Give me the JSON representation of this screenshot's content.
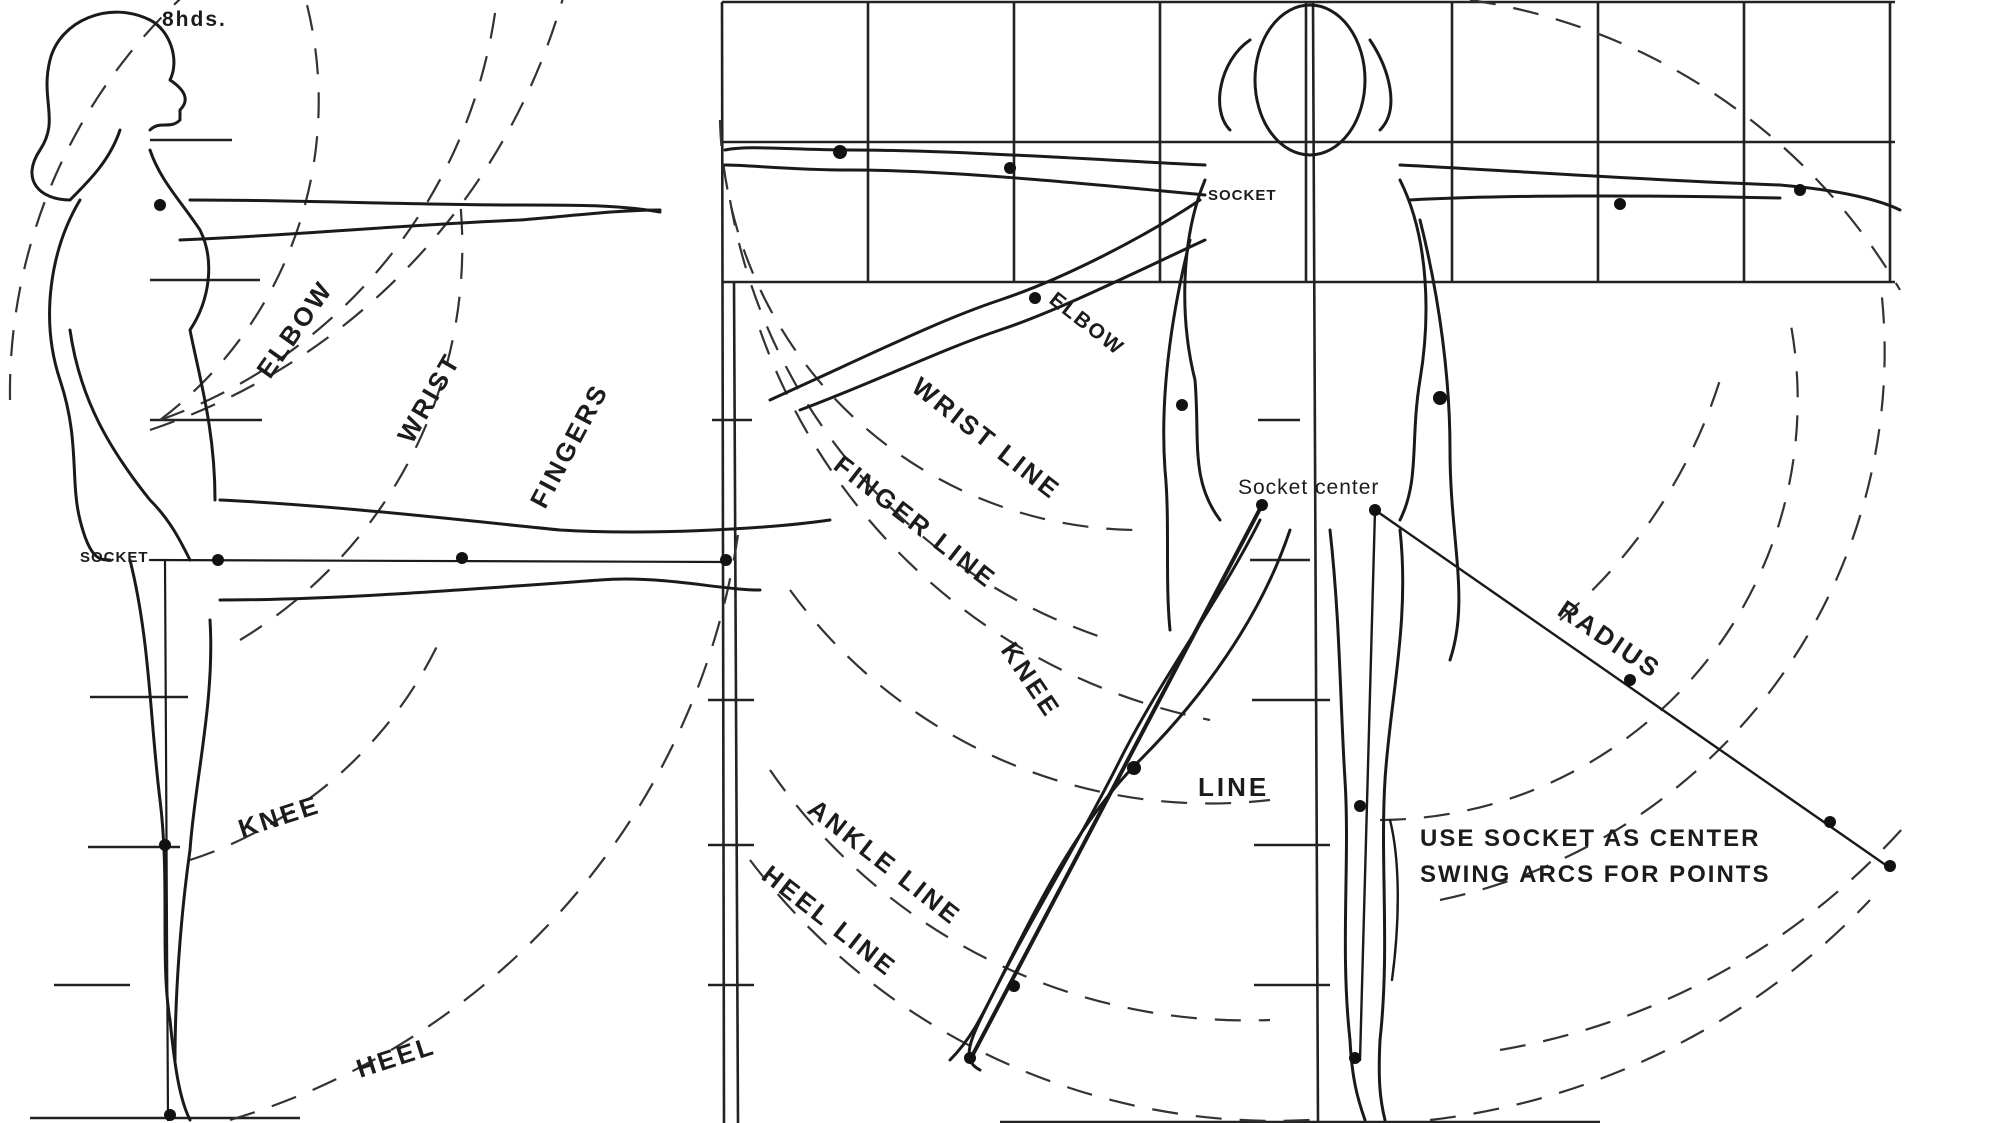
{
  "header": {
    "heads_label": "8hds."
  },
  "left_figure": {
    "labels": {
      "elbow": "ELBOW",
      "wrist": "WRIST",
      "fingers": "FINGERS",
      "socket": "SOCKET",
      "knee": "KNEE",
      "heel": "HEEL"
    }
  },
  "right_figure": {
    "labels": {
      "socket": "SOCKET",
      "elbow": "ELBOW",
      "wrist_line": "WRIST LINE",
      "finger_line": "FINGER LINE",
      "knee": "KNEE",
      "line": "LINE",
      "ankle_line": "ANKLE LINE",
      "heel_line": "HEEL LINE",
      "socket_center": "Socket center",
      "radius": "RADIUS"
    },
    "note_line1": "USE SOCKET AS CENTER",
    "note_line2": "SWING ARCS FOR POINTS"
  }
}
